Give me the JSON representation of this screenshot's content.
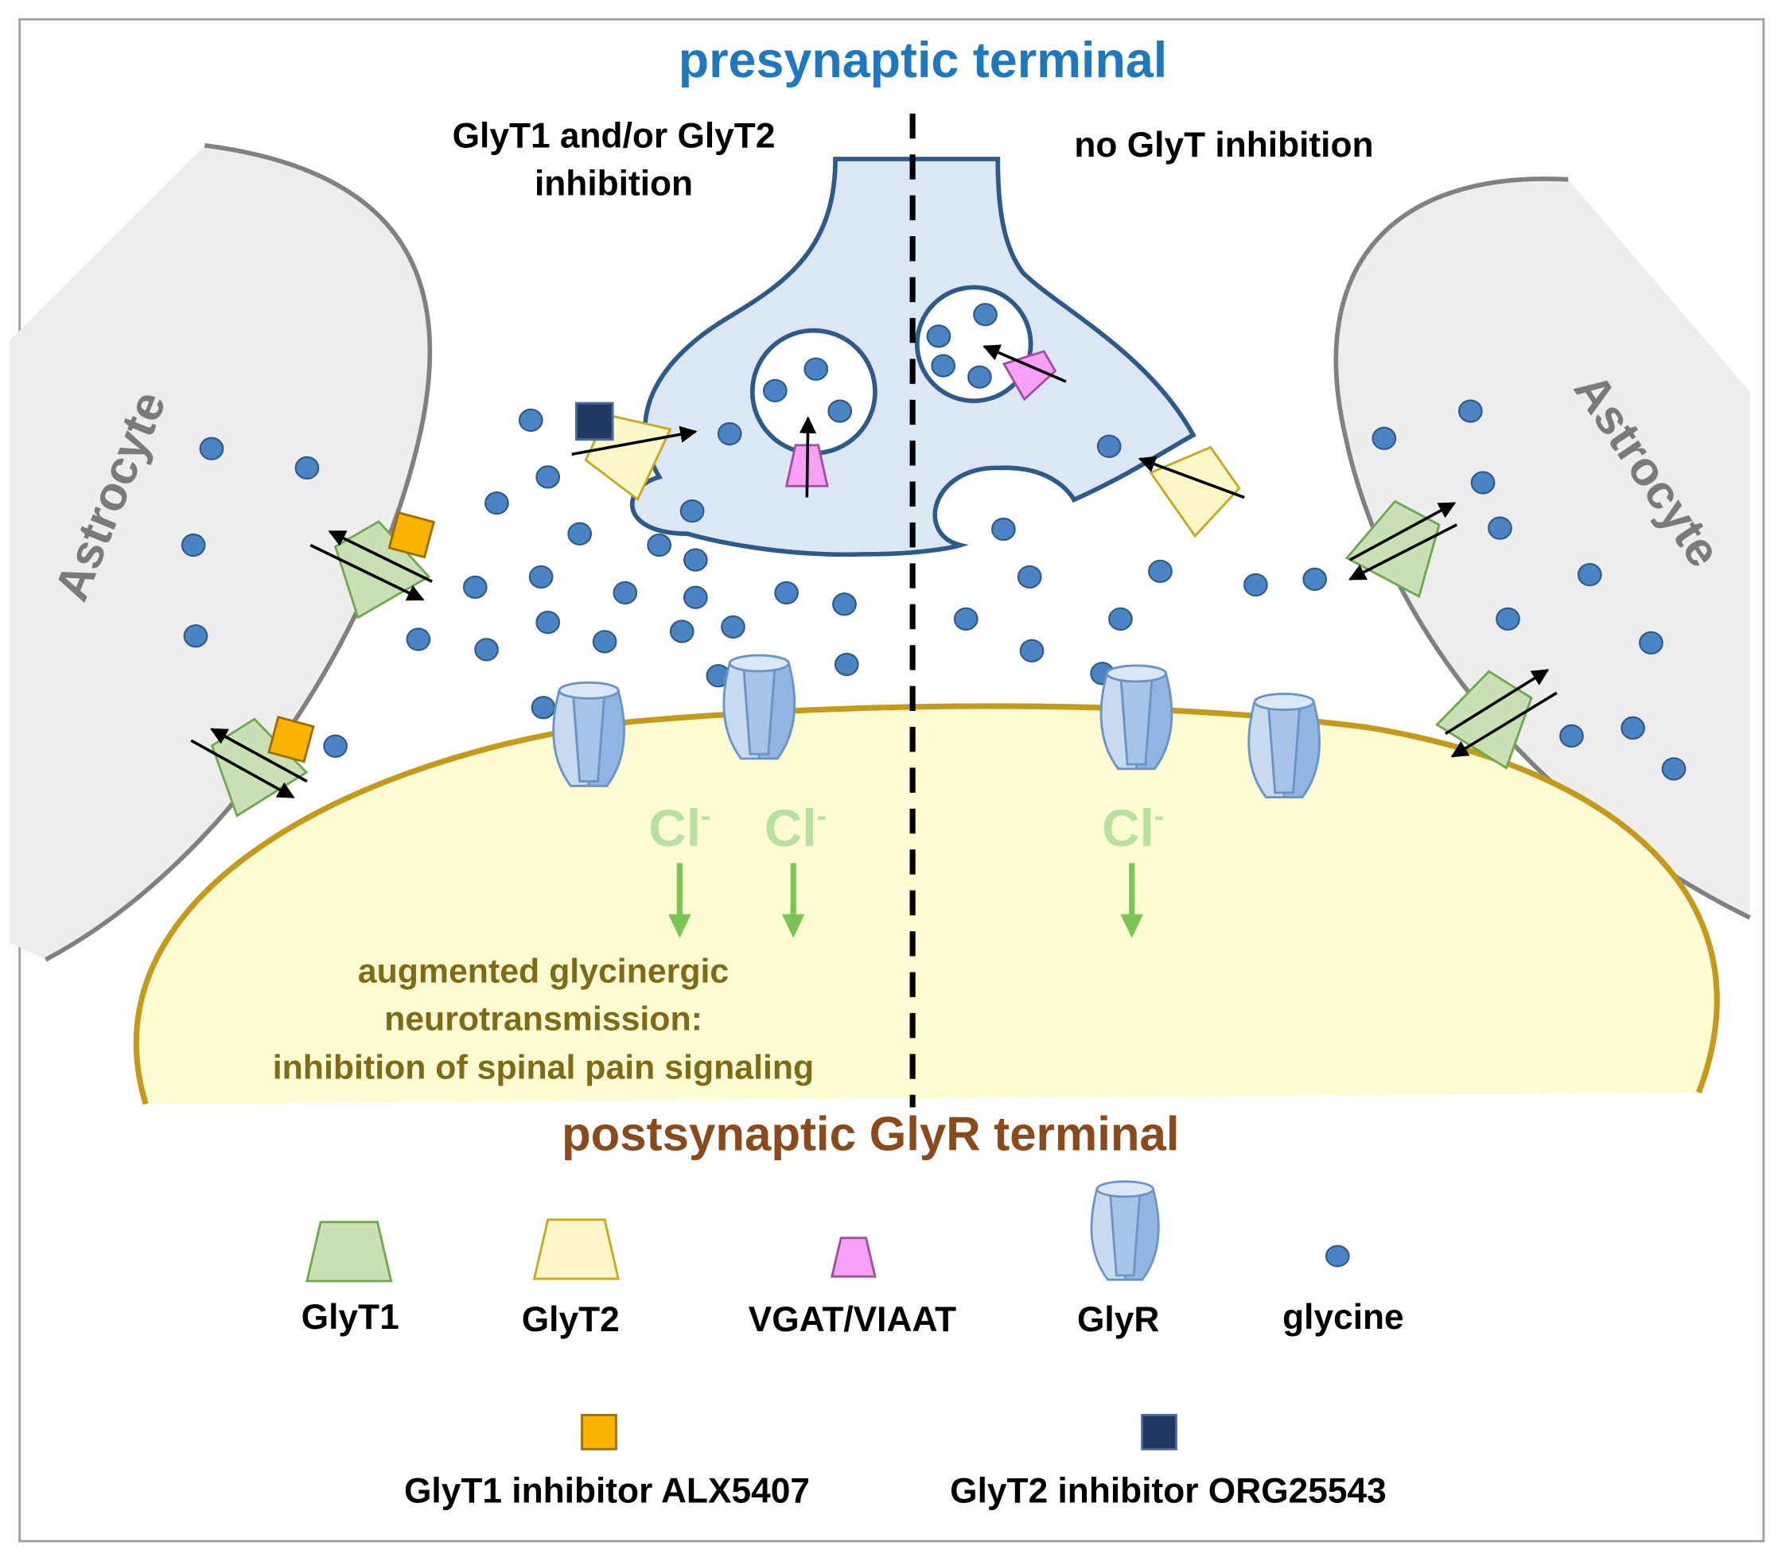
{
  "titles": {
    "presynaptic": "presynaptic terminal",
    "postsynaptic": "postsynaptic GlyR terminal"
  },
  "conditions": {
    "left_line1": "GlyT1 and/or GlyT2",
    "left_line2": "inhibition",
    "right": "no GlyT inhibition"
  },
  "cells": {
    "astrocyte_left": "Astrocyte",
    "astrocyte_right": "Astrocyte"
  },
  "ions": {
    "chloride_symbol": "Cl",
    "chloride_charge": "-"
  },
  "outcome": {
    "line1": "augmented glycinergic",
    "line2": "neurotransmission:",
    "line3": "inhibition of spinal pain signaling"
  },
  "legend": {
    "glyt1": "GlyT1",
    "glyt2": "GlyT2",
    "vgat": "VGAT/VIAAT",
    "glyr": "GlyR",
    "glycine": "glycine",
    "glyt1_inhibitor": "GlyT1 inhibitor ALX5407",
    "glyt2_inhibitor": "GlyT2 inhibitor ORG25543"
  },
  "colors": {
    "presynaptic_title": "#1e78c0",
    "postsynaptic_title": "#8a4a1c",
    "outcome_text": "#7f6a16",
    "chloride": "#b8e0a0",
    "flow_arrow": "#7ac555",
    "glycine": "#4a84c4",
    "glyt1": "#c8e0b4",
    "glyt2": "#fdf6c8",
    "vgat": "#f7a0f5",
    "alx5407": "#f9b400",
    "org25543": "#1f3864",
    "presynaptic_fill": "#dbe7f5",
    "postsynaptic_fill": "#fdfbd2",
    "astrocyte_fill": "#ededed"
  }
}
